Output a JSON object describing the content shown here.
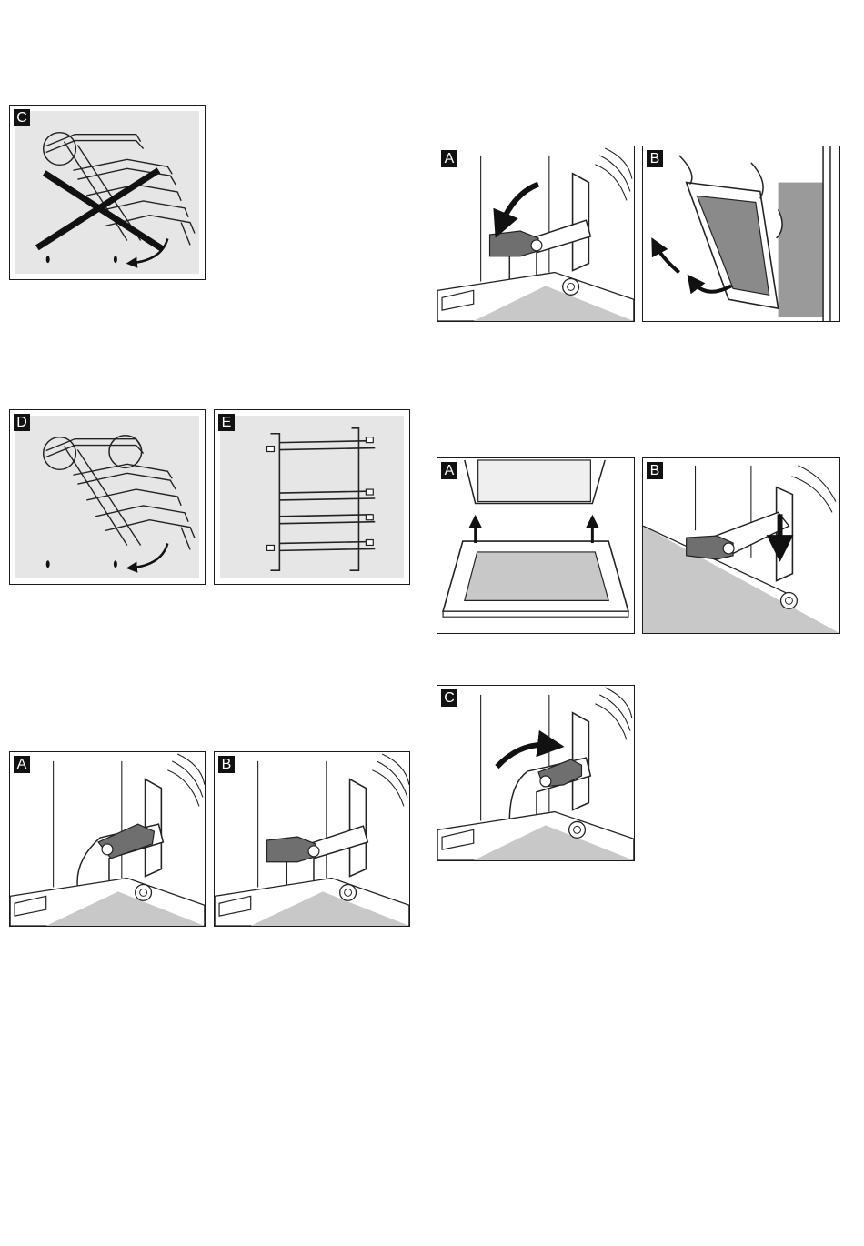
{
  "figures": {
    "rack_wrong_orientation": {
      "label": "C"
    },
    "rack_correct_orientation": {
      "label": "D"
    },
    "rack_front_view": {
      "label": "E"
    },
    "hinge_lever_open": {
      "label": "A"
    },
    "hinge_lever_closed": {
      "label": "B"
    },
    "door_remove_lever": {
      "label": "A"
    },
    "door_remove_lift": {
      "label": "B"
    },
    "door_fit_hinges": {
      "label": "A"
    },
    "door_fit_lever_down": {
      "label": "B"
    },
    "door_fit_lever_close": {
      "label": "C"
    }
  },
  "colors": {
    "panel_gray": "#e6e6e6",
    "lever_gray": "#6f6f6f",
    "line": "#1a1a1a",
    "floor_gray": "#c8c8c8"
  }
}
